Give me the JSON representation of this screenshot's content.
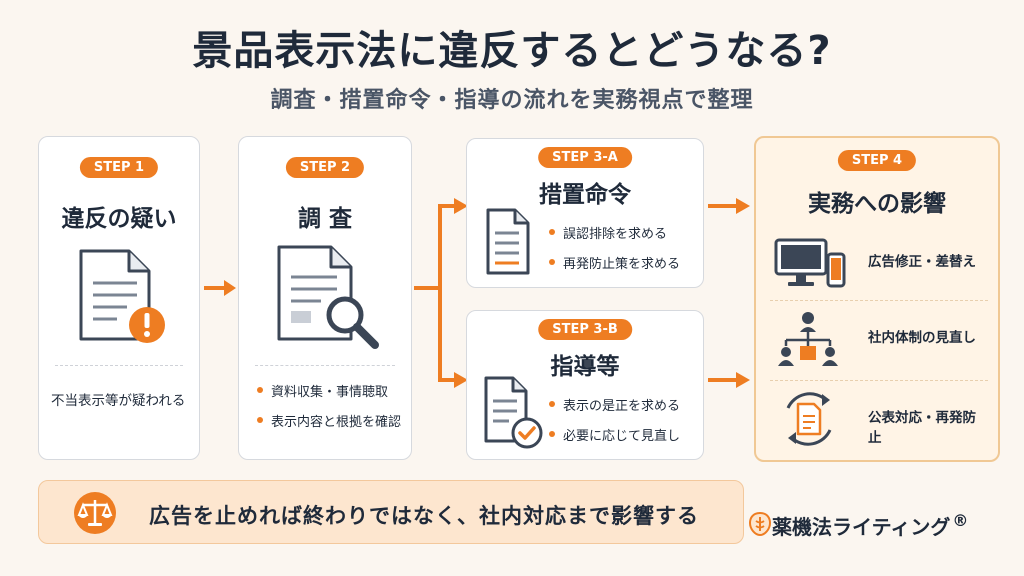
{
  "header": {
    "title": "景品表示法に違反するとどうなる?",
    "subtitle": "調査・措置命令・指導の流れを実務視点で整理"
  },
  "steps": {
    "step1": {
      "badge": "STEP 1",
      "title": "違反の疑い",
      "note": "不当表示等が疑われる"
    },
    "step2": {
      "badge": "STEP 2",
      "title": "調 査",
      "bullets": [
        "資料収集・事情聴取",
        "表示内容と根拠を確認"
      ]
    },
    "step3a": {
      "badge": "STEP 3-A",
      "title": "措置命令",
      "bullets": [
        "誤認排除を求める",
        "再発防止策を求める"
      ]
    },
    "step3b": {
      "badge": "STEP 3-B",
      "title": "指導等",
      "bullets": [
        "表示の是正を求める",
        "必要に応じて見直し"
      ]
    },
    "step4": {
      "badge": "STEP 4",
      "title": "実務への影響",
      "items": [
        {
          "label": "広告修正・差替え",
          "icon": "monitor-phone-icon"
        },
        {
          "label": "社内体制の見直し",
          "icon": "org-chart-icon"
        },
        {
          "label": "公表対応・再発防止",
          "icon": "document-cycle-icon"
        }
      ]
    }
  },
  "banner": {
    "text": "広告を止めれば終わりではなく、社内対応まで影響する",
    "icon": "scales-icon"
  },
  "brand": {
    "name": "薬機法ライティング",
    "registered": "®"
  },
  "colors": {
    "accent": "#ee7d22",
    "navy": "#1f2a3a",
    "card_border": "#d6d9de",
    "highlight_bg": "#fff4e6"
  }
}
